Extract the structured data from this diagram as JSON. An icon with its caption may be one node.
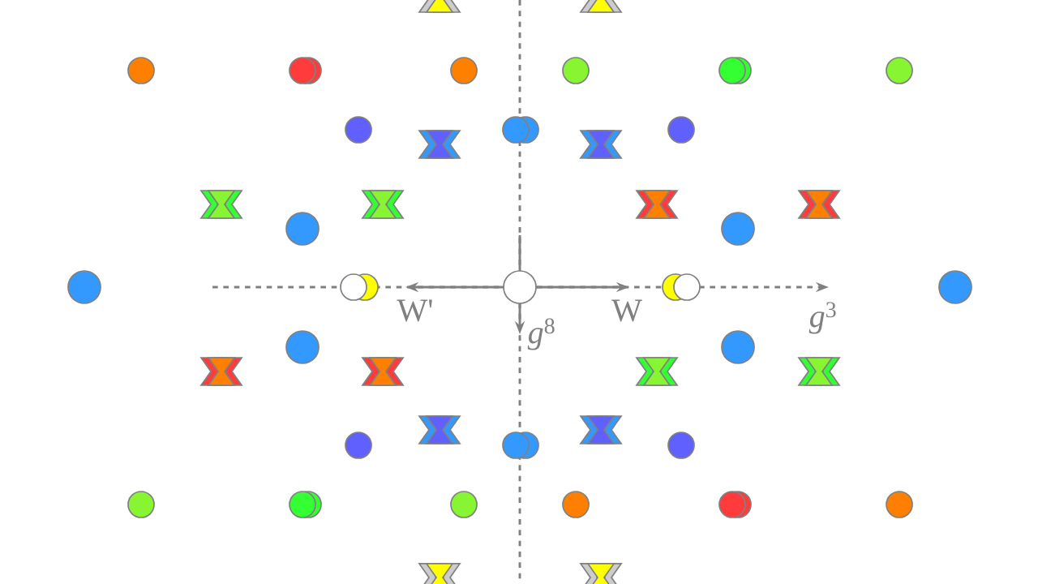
{
  "diagram": {
    "labels": [
      "W'",
      "W",
      "*g*$^{3}$",
      "*g*$^{8}$"
    ]
  }
}
